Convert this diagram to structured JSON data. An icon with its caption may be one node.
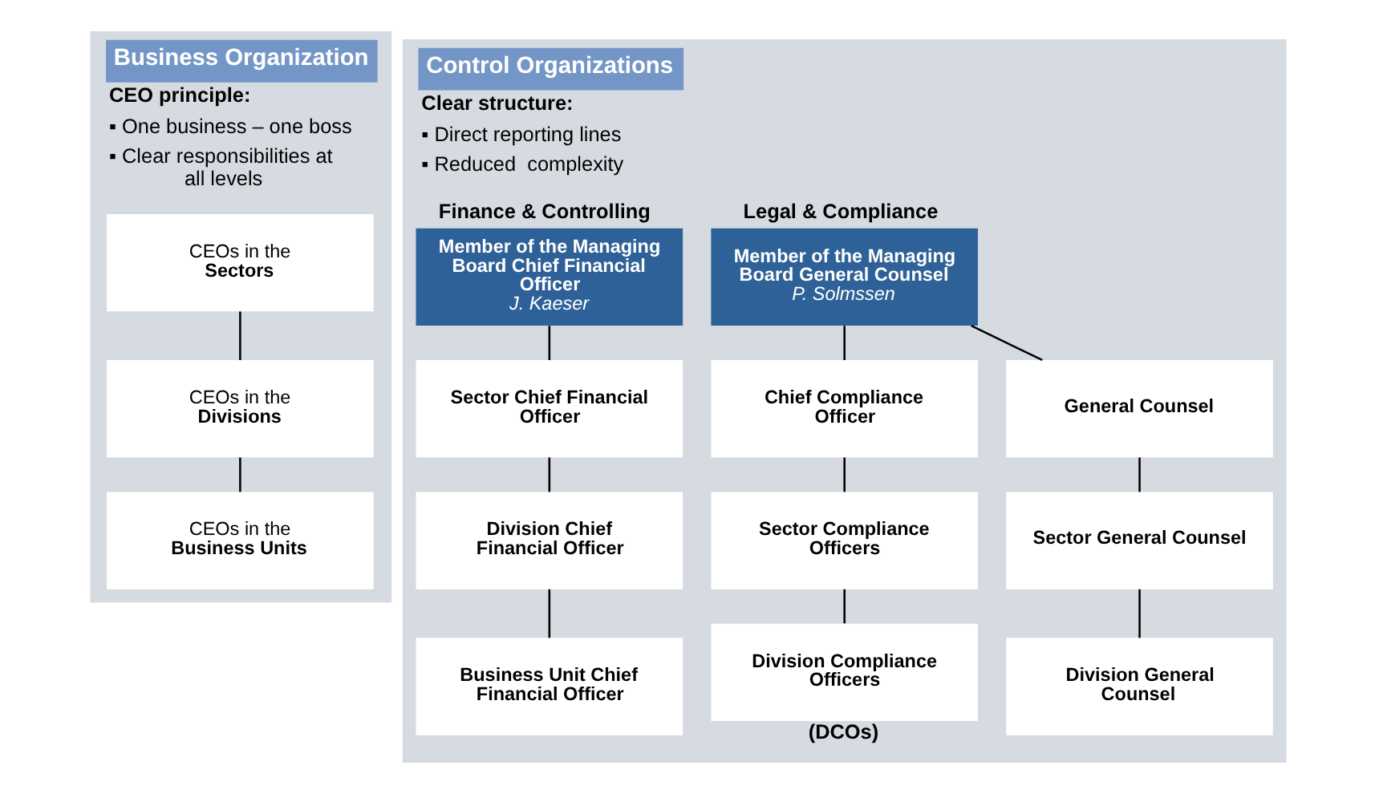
{
  "diagram": {
    "nodes": [
      {
        "text": [
          "Business Organization",
          "CEO principle:",
          "▪ One business – one boss",
          "▪ Clear responsibilities at all levels"
        ]
      },
      {
        "text": [
          "CEOs in the",
          "Sectors"
        ],
        "in": 0
      },
      {
        "text": [
          "CEOs in the",
          "Divisions"
        ],
        "in": 0
      },
      {
        "text": [
          "CEOs in the",
          "Business Units"
        ],
        "in": 0
      },
      {
        "text": [
          "Control Organizations",
          "Clear structure:",
          "▪ Direct reporting lines",
          "▪ Reduced  complexity"
        ]
      },
      {
        "text": [
          "Member of the Managing Board Chief Financial Officer",
          "J. Kaeser"
        ],
        "in": 4,
        "beside": [
          "Finance & Controlling"
        ]
      },
      {
        "text": [
          "Sector Chief Financial Officer"
        ],
        "in": 4
      },
      {
        "text": [
          "Division Chief Financial Officer"
        ],
        "in": 4
      },
      {
        "text": [
          "Business Unit Chief Financial Officer"
        ],
        "in": 4
      },
      {
        "text": [
          "Member of the Managing Board General Counsel",
          "P. Solmssen"
        ],
        "in": 4,
        "beside": [
          "Legal & Compliance"
        ]
      },
      {
        "text": [
          "General Counsel"
        ],
        "in": 4
      },
      {
        "text": [
          "Chief Compliance Officer"
        ],
        "in": 4
      },
      {
        "text": [
          "Sector General Counsel"
        ],
        "in": 4
      },
      {
        "text": [
          "Sector Compliance Officers"
        ],
        "in": 4
      },
      {
        "text": [
          "Division General Counsel"
        ],
        "in": 4
      },
      {
        "text": [
          "Division Compliance Officers"
        ],
        "in": 4,
        "beside": [
          "(DCOs)"
        ]
      }
    ],
    "edges": [
      {
        "from": 1,
        "to": 2,
        "arrow": "none"
      },
      {
        "from": 2,
        "to": 3,
        "arrow": "none"
      },
      {
        "from": 5,
        "to": 6,
        "arrow": "none"
      },
      {
        "from": 6,
        "to": 7,
        "arrow": "none"
      },
      {
        "from": 7,
        "to": 8,
        "arrow": "none"
      },
      {
        "from": 9,
        "to": 10,
        "arrow": "none"
      },
      {
        "from": 9,
        "to": 11,
        "arrow": "none"
      },
      {
        "from": 10,
        "to": 12,
        "arrow": "none"
      },
      {
        "from": 12,
        "to": 14,
        "arrow": "none"
      },
      {
        "from": 11,
        "to": 13,
        "arrow": "none"
      },
      {
        "from": 13,
        "to": 15,
        "arrow": "none"
      }
    ]
  }
}
